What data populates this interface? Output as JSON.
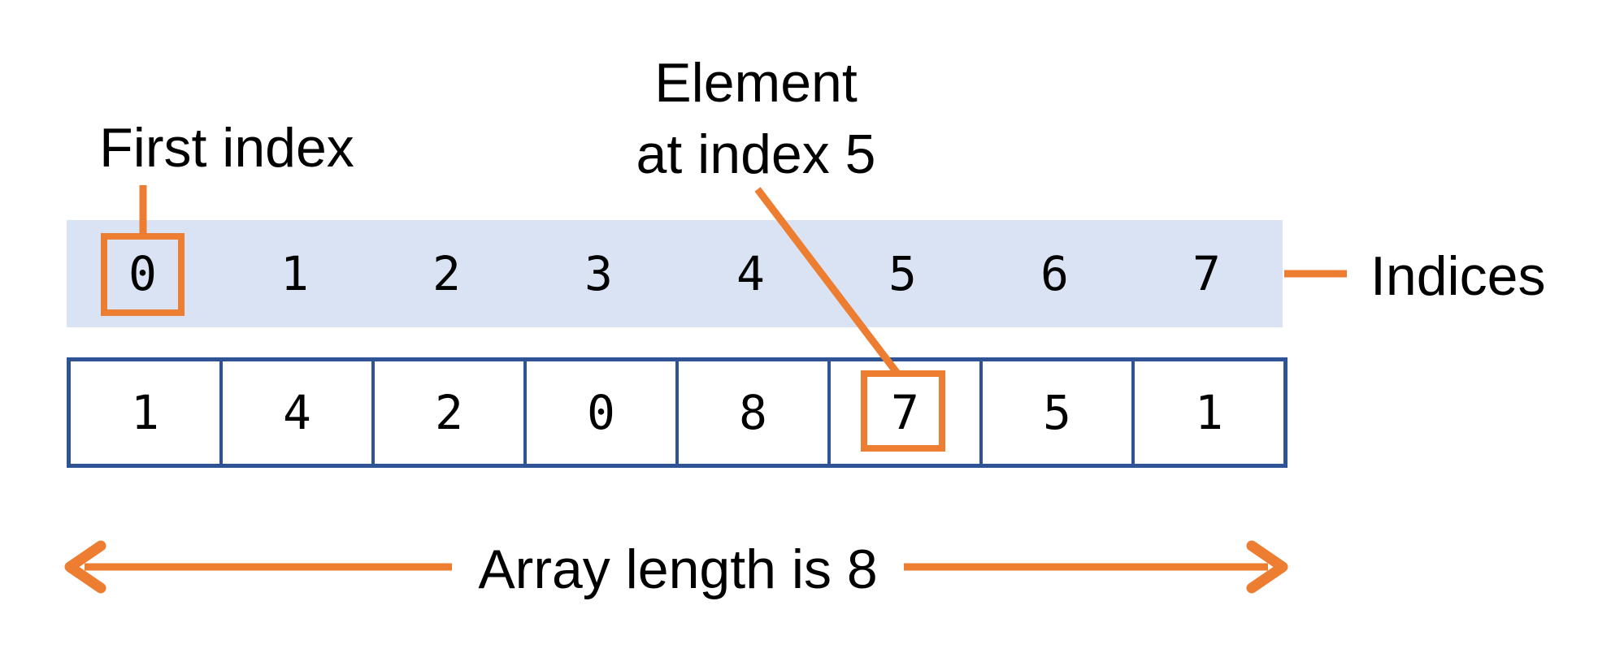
{
  "labels": {
    "first_index": "First index",
    "element_line1": "Element",
    "element_line2": "at index 5",
    "indices": "Indices",
    "array_length": "Array length is 8"
  },
  "indices": [
    "0",
    "1",
    "2",
    "3",
    "4",
    "5",
    "6",
    "7"
  ],
  "values": [
    "1",
    "4",
    "2",
    "0",
    "8",
    "7",
    "5",
    "1"
  ],
  "highlights": {
    "highlighted_index": "0",
    "highlighted_element_index": "5",
    "highlighted_element_value": "7",
    "array_length": "8"
  },
  "colors": {
    "accent_orange": "#ED7D31",
    "border_blue": "#2F5496",
    "indices_band_fill": "#DAE3F3",
    "text_black": "#000000",
    "background": "#FFFFFF"
  }
}
